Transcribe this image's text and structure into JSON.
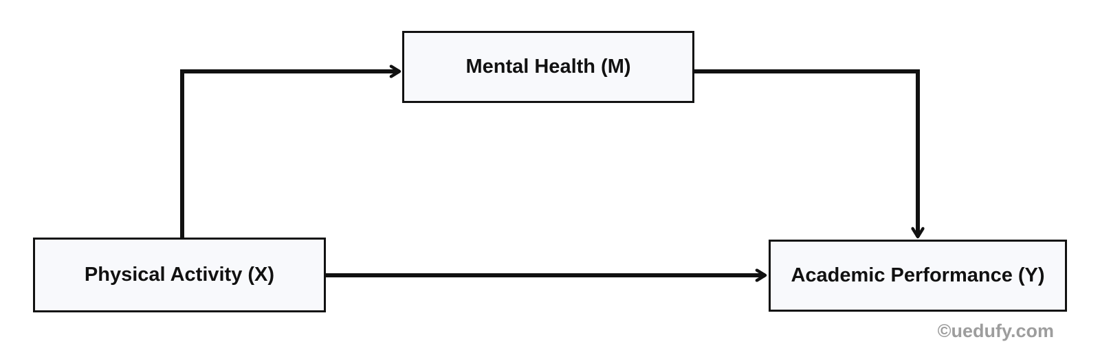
{
  "diagram": {
    "type": "mediation-path-diagram",
    "nodes": {
      "mediator": {
        "label": "Mental Health (M)"
      },
      "independent": {
        "label": "Physical Activity (X)"
      },
      "dependent": {
        "label": "Academic Performance (Y)"
      }
    },
    "edges": [
      {
        "from": "Physical Activity (X)",
        "to": "Mental Health (M)",
        "style": "elbow-up-right"
      },
      {
        "from": "Mental Health (M)",
        "to": "Academic Performance (Y)",
        "style": "elbow-right-down"
      },
      {
        "from": "Physical Activity (X)",
        "to": "Academic Performance (Y)",
        "style": "straight"
      }
    ],
    "colors": {
      "background": "#ffffff",
      "node_fill": "#f8f9fc",
      "node_border": "#111111",
      "arrow": "#111111",
      "watermark": "#9d9d9d"
    },
    "watermark": {
      "text": "©uedufy.com"
    }
  }
}
